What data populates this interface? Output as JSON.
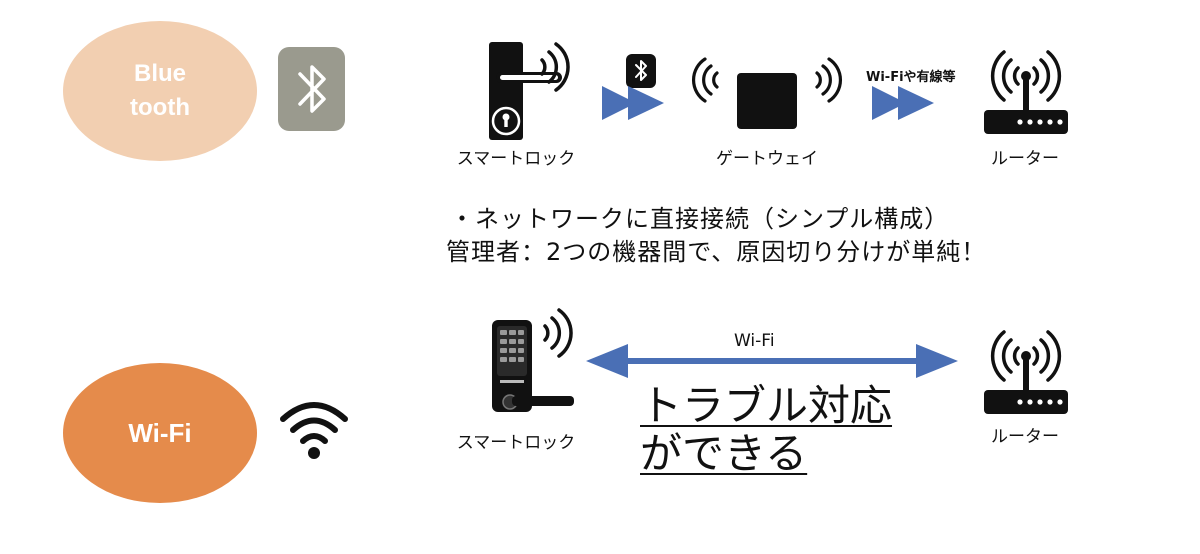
{
  "bluetooth_row": {
    "label": "Blue\ntooth",
    "label_bg": "#f2cfb1",
    "icon": "bluetooth-icon",
    "icon_bg": "#9a9a8e",
    "devices": {
      "lock": "スマートロック",
      "gateway": "ゲートウェイ",
      "router": "ルーター"
    },
    "link_label": "Wi-Fiや有線等",
    "arrow_color": "#4a6fb5"
  },
  "notes": {
    "line1": "・ネットワークに直接接続（シンプル構成）",
    "line2": "管理者：2つの機器間で、原因切り分けが単純！"
  },
  "wifi_row": {
    "label": "Wi-Fi",
    "label_bg": "#e58b4b",
    "icon": "wifi-icon",
    "devices": {
      "lock": "スマートロック",
      "router": "ルーター"
    },
    "link_label": "Wi-Fi",
    "headline_1": "トラブル対応",
    "headline_2": "ができる",
    "arrow_color": "#4a6fb5"
  }
}
